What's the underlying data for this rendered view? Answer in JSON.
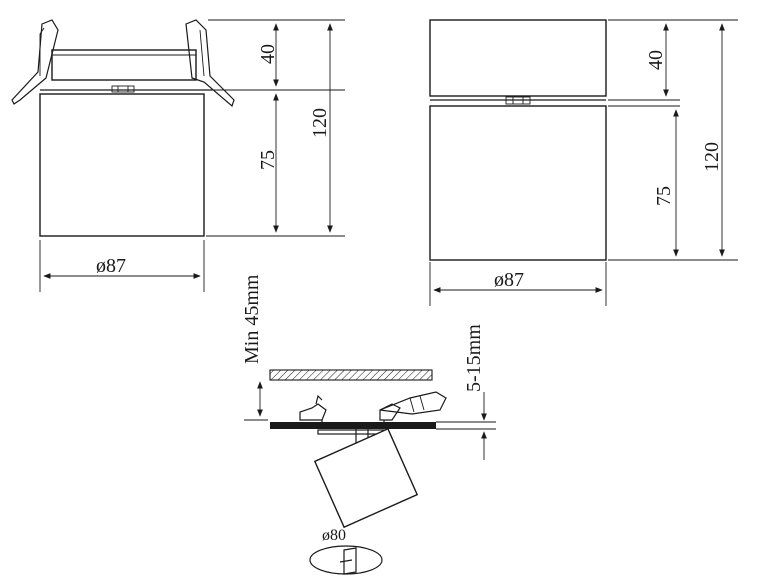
{
  "view_left": {
    "dim_top_height": "40",
    "dim_bottom_height": "75",
    "dim_total_height": "120",
    "dim_diameter": "ø87"
  },
  "view_right": {
    "dim_top_height": "40",
    "dim_bottom_height": "75",
    "dim_total_height": "120",
    "dim_diameter": "ø87"
  },
  "installation": {
    "min_depth": "Min 45mm",
    "ceiling_thickness": "5-15mm",
    "cutout_diameter": "ø80"
  },
  "colors": {
    "line": "#1a1a1a",
    "background": "#ffffff"
  }
}
